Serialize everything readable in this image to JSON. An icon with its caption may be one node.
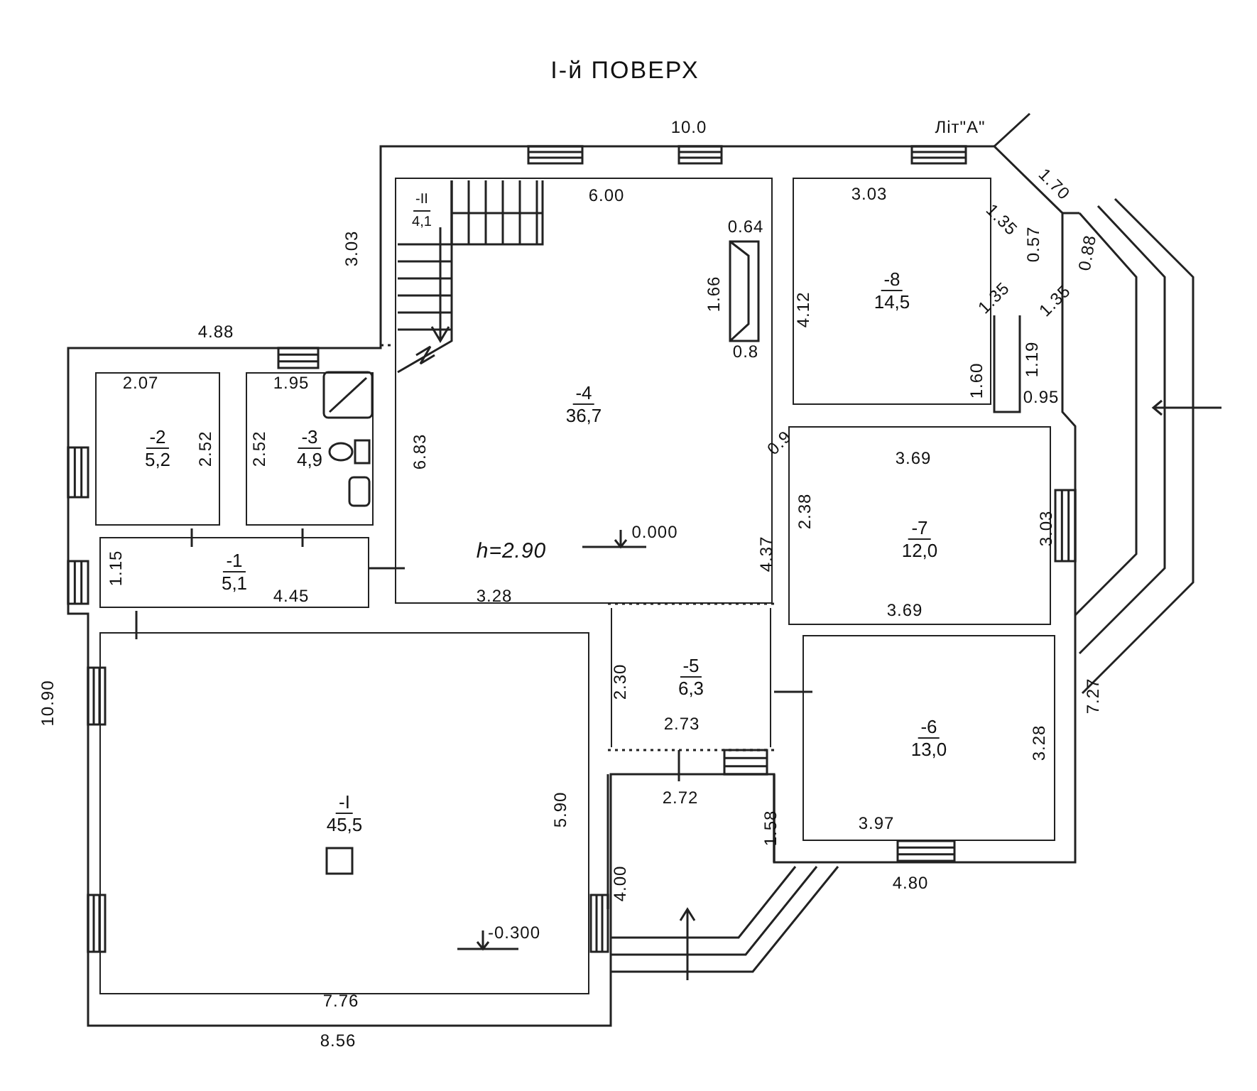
{
  "diagram": {
    "title": "I-й ПОВЕРХ",
    "nodes": [
      {
        "text": [
          "-4",
          "36,7"
        ]
      },
      {
        "text": [
          "-II",
          "4,1"
        ],
        "in": 0
      },
      {
        "text": [
          "-8",
          "14,5"
        ]
      },
      {
        "text": [
          "-2",
          "5,2"
        ]
      },
      {
        "text": [
          "-3",
          "4,9"
        ]
      },
      {
        "text": [
          "-1",
          "5,1"
        ]
      },
      {
        "text": [
          "-7",
          "12,0"
        ]
      },
      {
        "text": [
          "-5",
          "6,3"
        ]
      },
      {
        "text": [
          "-6",
          "13,0"
        ]
      },
      {
        "text": [
          "-I",
          "45,5"
        ]
      }
    ],
    "labels": [
      "10.0",
      "Літ\"А\"",
      "6.00",
      "3.03",
      "1.70",
      "3.03",
      "1.35",
      "0.57",
      "0.88",
      "0.64",
      "1.66",
      "4.12",
      "1.35",
      "1.35",
      "0.8",
      "4.88",
      "1.19",
      "1.60",
      "2.07",
      "1.95",
      "0.95",
      "2.52",
      "2.52",
      "6.83",
      "0.9",
      "3.69",
      "2.38",
      "3.03",
      "1.15",
      "4.45",
      "h=2.90",
      "0.000",
      "4.37",
      "3.28",
      "3.69",
      "10.90",
      "2.30",
      "7.27",
      "2.73",
      "3.28",
      "2.72",
      "5.90",
      "1.58",
      "3.97",
      "4.80",
      "4.00",
      "-0.300",
      "7.76",
      "8.56"
    ]
  }
}
